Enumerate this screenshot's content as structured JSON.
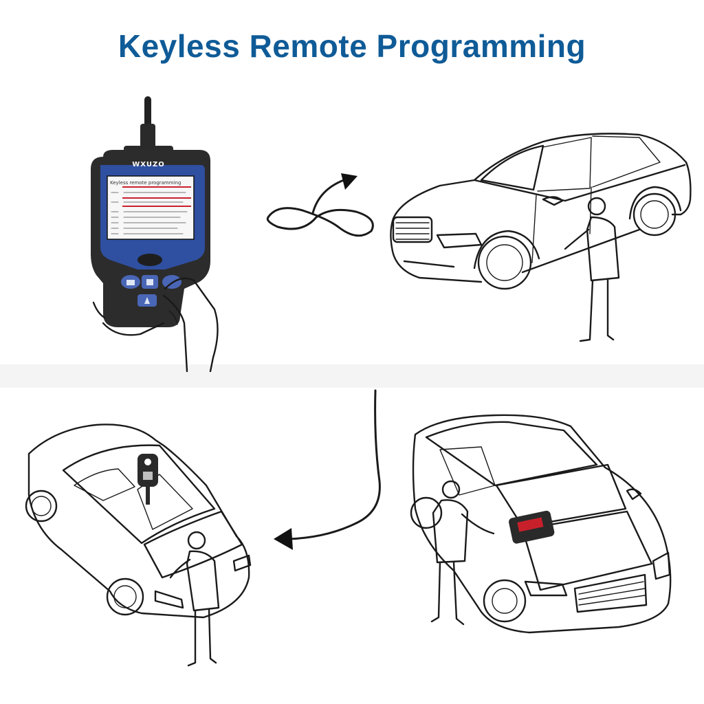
{
  "title": "Keyless Remote Programming",
  "colors": {
    "title": "#0f5b97",
    "scanner_body": "#2c2c2c",
    "scanner_accent": "#2f4fa0",
    "scanner_highlight": "#c8202a"
  },
  "scanner": {
    "brand": "WXUZO",
    "screen_heading": "Keyless remote programming"
  },
  "icons": [
    "lock-icon",
    "unlock-icon",
    "trunk-icon"
  ]
}
